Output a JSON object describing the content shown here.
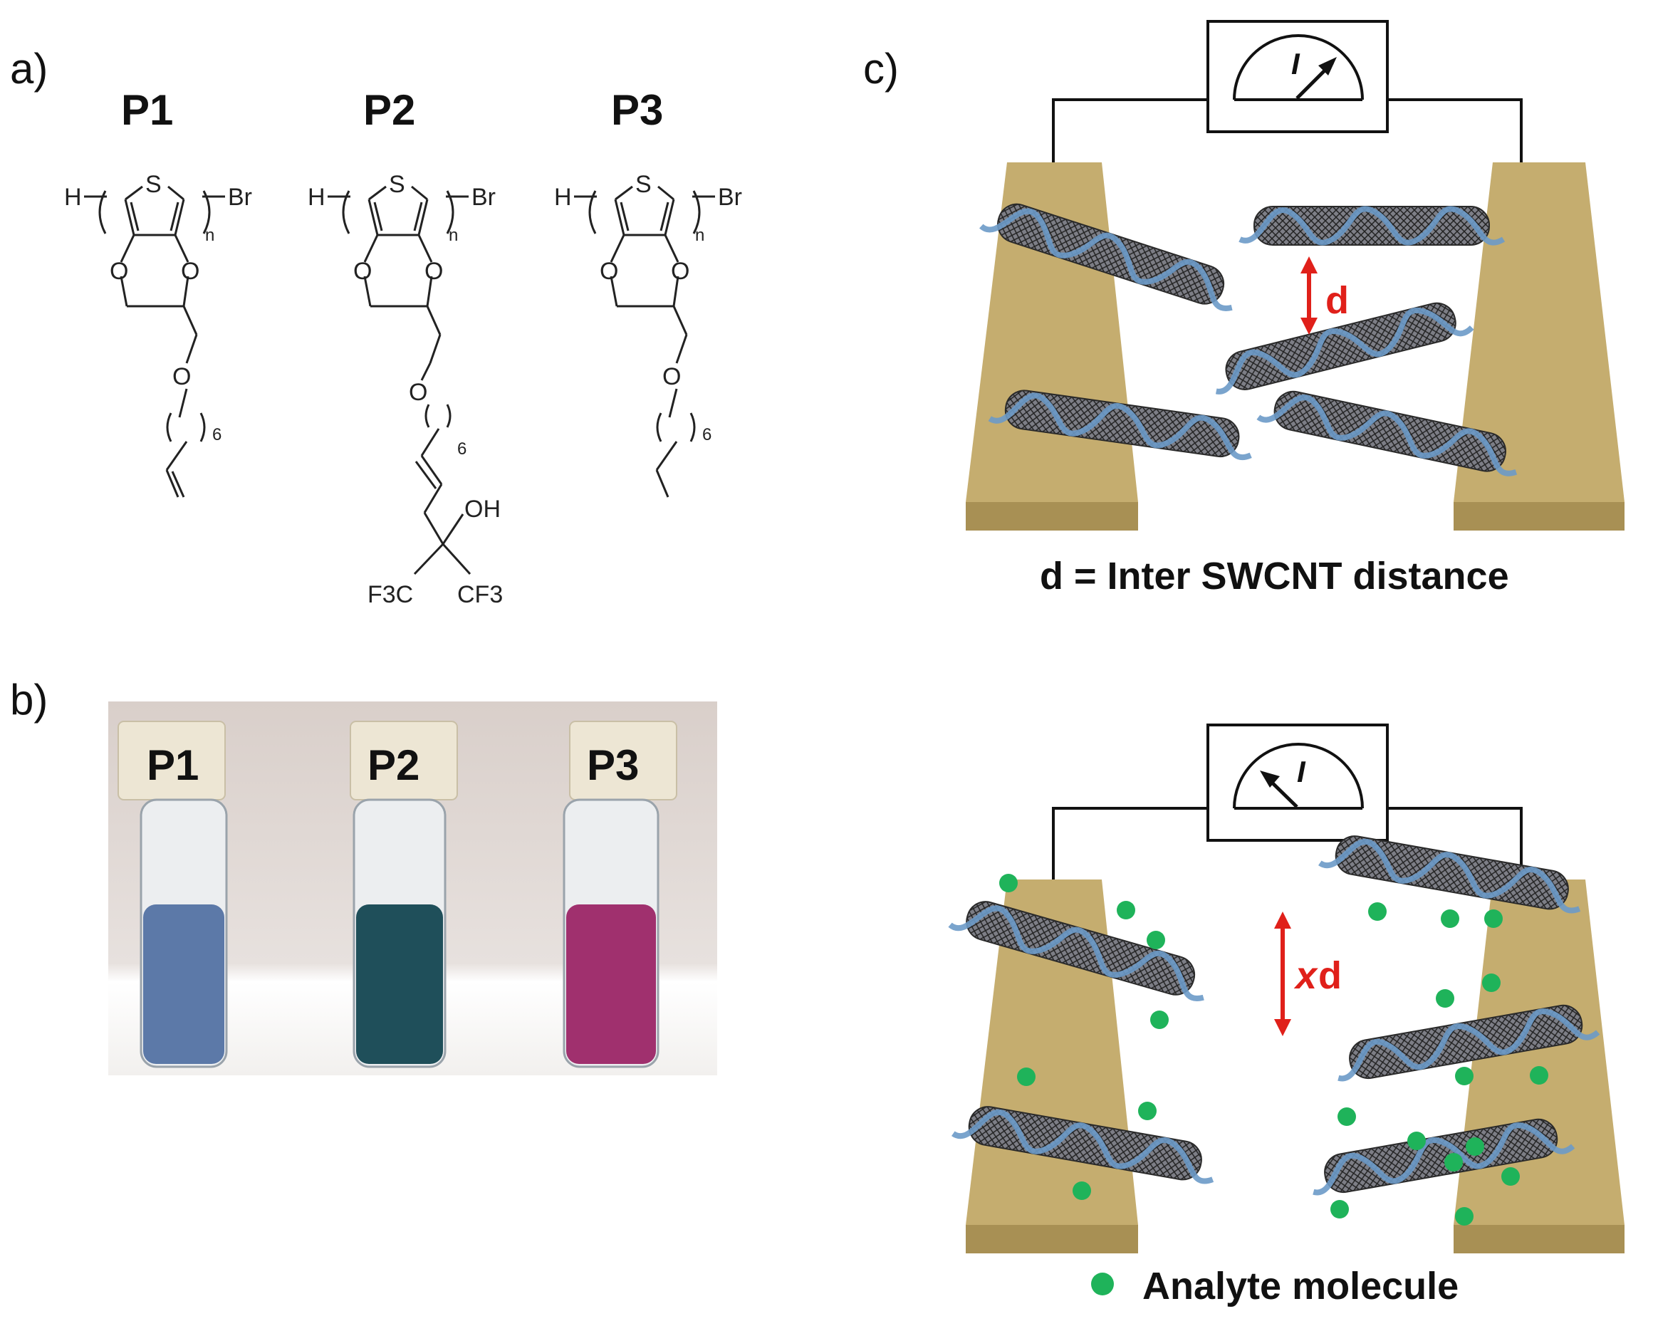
{
  "panels": {
    "a": {
      "letter": "a)",
      "polymers": [
        {
          "id": "P1",
          "end_h": "H",
          "end_br": "Br",
          "ring": "S",
          "sub": "n",
          "o1": "O",
          "o2": "O",
          "o3": "O",
          "rep": "6"
        },
        {
          "id": "P2",
          "end_h": "H",
          "end_br": "Br",
          "ring": "S",
          "sub": "n",
          "o1": "O",
          "o2": "O",
          "o3": "O",
          "rep": "6",
          "oh": "OH",
          "cf3_left": "F3C",
          "cf3_right": "CF3"
        },
        {
          "id": "P3",
          "end_h": "H",
          "end_br": "Br",
          "ring": "S",
          "sub": "n",
          "o1": "O",
          "o2": "O",
          "o3": "O",
          "rep": "6"
        }
      ]
    },
    "b": {
      "letter": "b)",
      "vials": [
        {
          "label": "P1",
          "color": "#5c79a8"
        },
        {
          "label": "P2",
          "color": "#1f4f5a"
        },
        {
          "label": "P3",
          "color": "#a0306e"
        }
      ]
    },
    "c": {
      "letter": "c)",
      "meter_symbol": "I",
      "distance_label": "d",
      "caption": "d = Inter SWCNT distance",
      "distance_label_2_x": "x",
      "distance_label_2_d": "d",
      "legend": "Analyte molecule"
    }
  },
  "colors": {
    "electrode": "#c5ad6f",
    "electrode_dark": "#a89054",
    "polymer_wrap": "#6b9ac8",
    "analyte": "#1fb35a",
    "arrow": "#e0201a"
  }
}
